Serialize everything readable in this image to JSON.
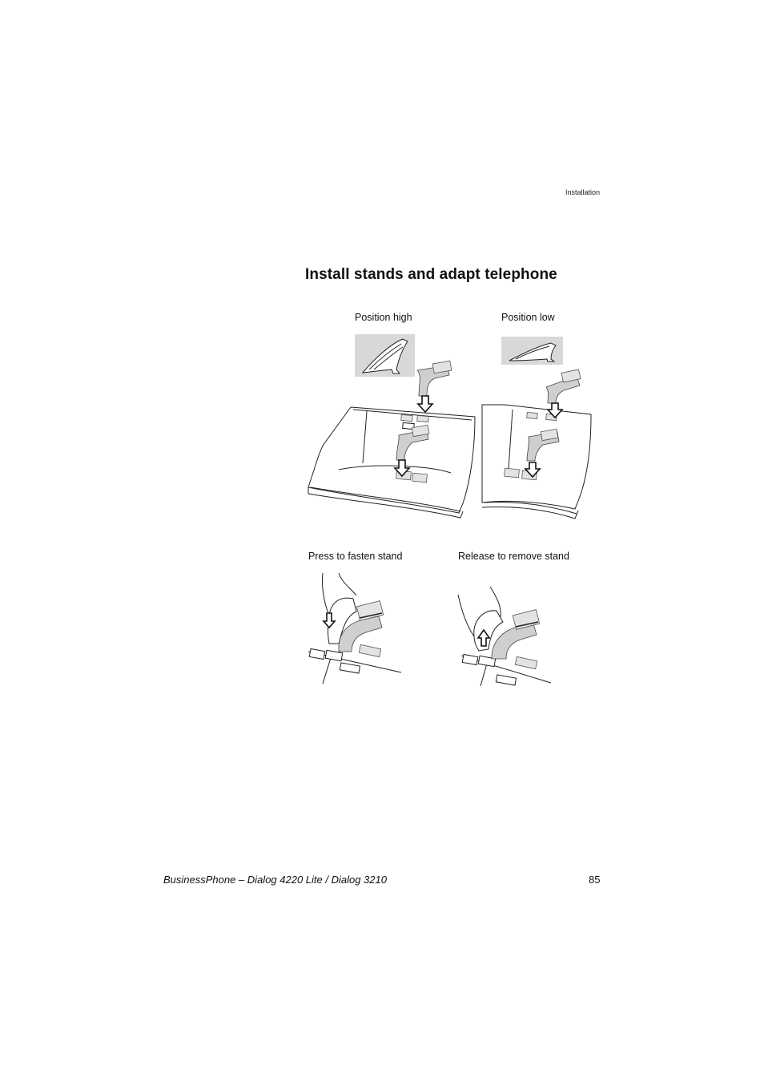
{
  "header": {
    "section": "Installation"
  },
  "title": "Install stands and adapt telephone",
  "figures": {
    "position_high": "Position high",
    "position_low": "Position low",
    "press_to_fasten": "Press to fasten stand",
    "release_to_remove": "Release to remove stand"
  },
  "footer": {
    "product": "BusinessPhone – Dialog 4220 Lite / Dialog 3210",
    "page_number": "85"
  }
}
